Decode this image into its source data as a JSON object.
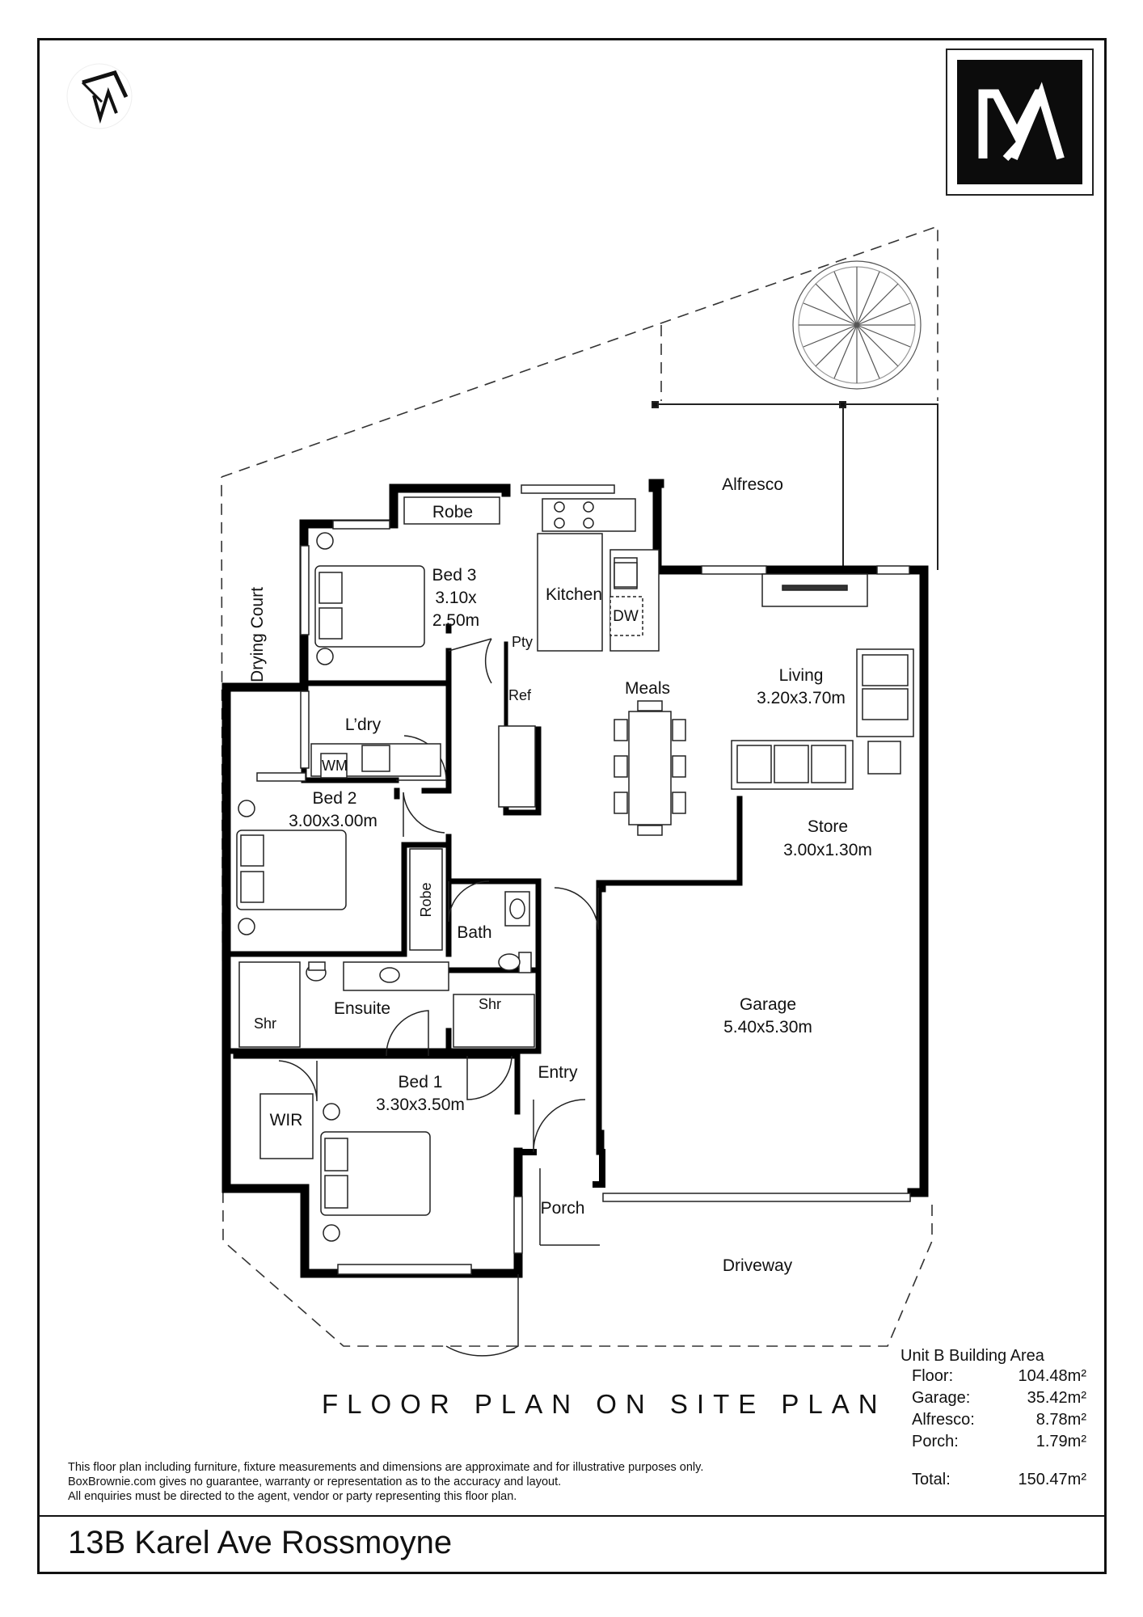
{
  "rooms": {
    "robe_top": "Robe",
    "bed3": {
      "name": "Bed 3",
      "size_line1": "3.10x",
      "size_line2": "2.50m"
    },
    "kitchen": "Kitchen",
    "dw": "DW",
    "pty": "Pty",
    "ref": "Ref",
    "meals": "Meals",
    "living": {
      "name": "Living",
      "size": "3.20x3.70m"
    },
    "alfresco": "Alfresco",
    "drying_court": "Drying Court",
    "laundry": "L’dry",
    "wm": "WM",
    "bed2": {
      "name": "Bed 2",
      "size": "3.00x3.00m"
    },
    "robe_side": "Robe",
    "bath": "Bath",
    "shr_bath": "Shr",
    "store": {
      "name": "Store",
      "size": "3.00x1.30m"
    },
    "garage": {
      "name": "Garage",
      "size": "5.40x5.30m"
    },
    "ensuite": "Ensuite",
    "shr_ensuite": "Shr",
    "entry": "Entry",
    "bed1": {
      "name": "Bed 1",
      "size": "3.30x3.50m"
    },
    "wir": "WIR",
    "porch": "Porch",
    "driveway": "Driveway"
  },
  "plan_title": "FLOOR PLAN ON SITE PLAN",
  "building_area": {
    "heading": "Unit B Building Area",
    "rows": [
      {
        "label": "Floor:",
        "value": "104.48m²"
      },
      {
        "label": "Garage:",
        "value": "35.42m²"
      },
      {
        "label": "Alfresco:",
        "value": "8.78m²"
      },
      {
        "label": "Porch:",
        "value": "1.79m²"
      }
    ],
    "total": {
      "label": "Total:",
      "value": "150.47m²"
    }
  },
  "disclaimer": [
    "This floor plan including furniture, fixture measurements and dimensions are approximate and for illustrative purposes only.",
    "BoxBrownie.com gives no guarantee, warranty or representation as to the accuracy and layout.",
    "All enquiries must be directed to the agent, vendor or party representing this floor plan."
  ],
  "address": "13B Karel Ave Rossmoyne"
}
